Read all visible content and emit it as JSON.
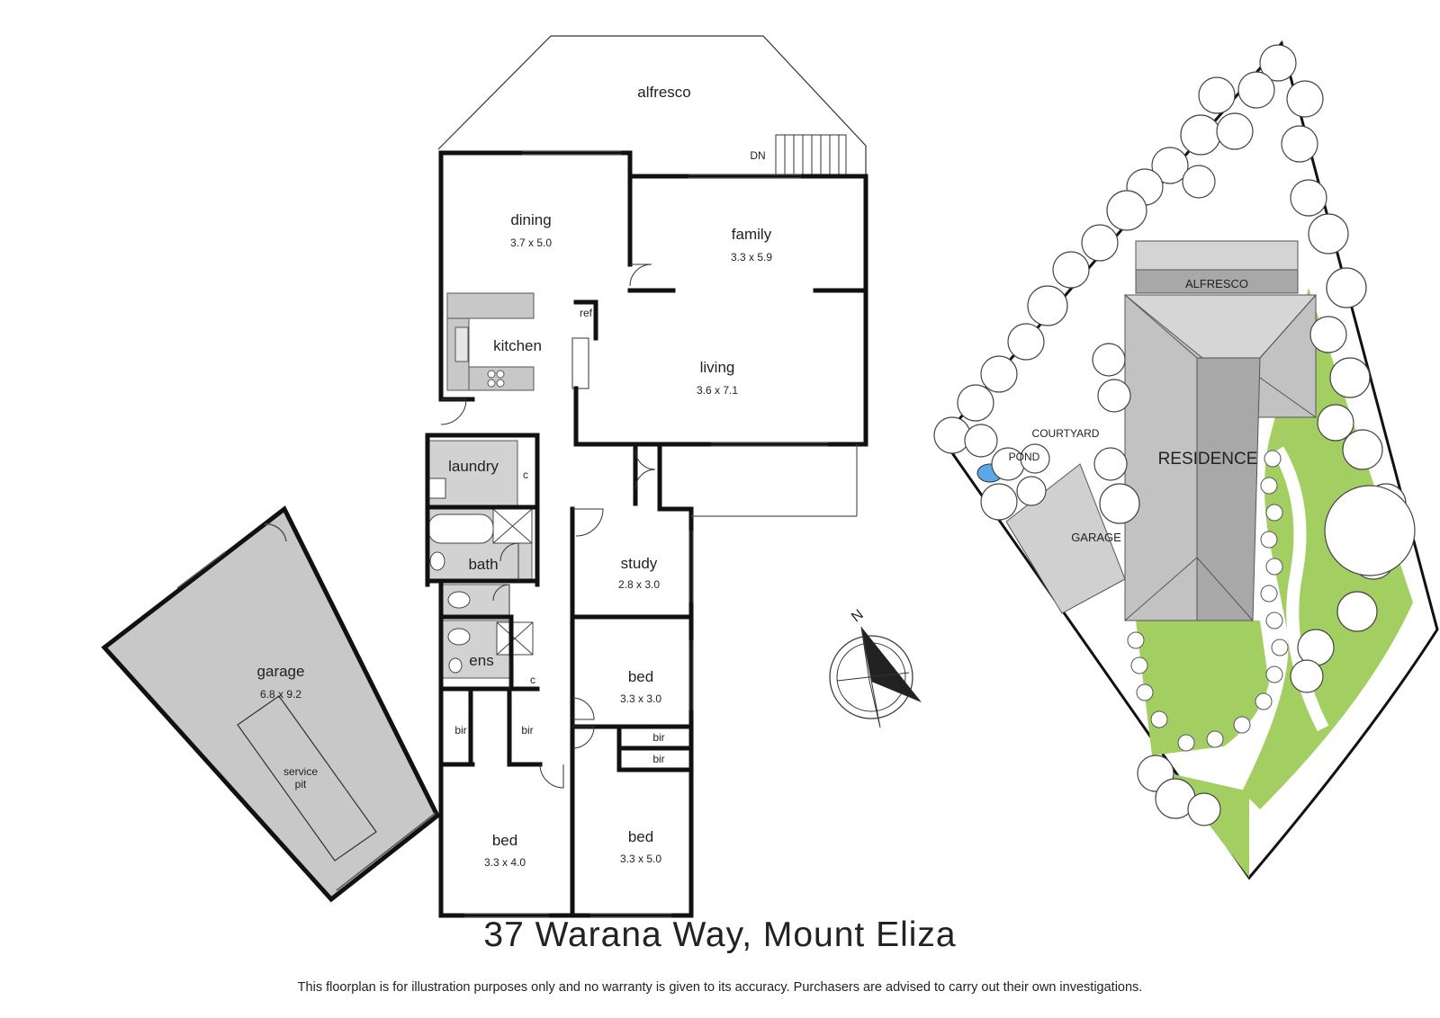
{
  "property": {
    "address": "37 Warana Way, Mount Eliza",
    "disclaimer": "This floorplan is for illustration purposes only and no warranty is given to its accuracy. Purchasers are advised to carry out their own investigations."
  },
  "floorplan": {
    "alfresco": "alfresco",
    "stairs": "DN",
    "rooms": {
      "dining": {
        "name": "dining",
        "size": "3.7 x 5.0"
      },
      "family": {
        "name": "family",
        "size": "3.3 x 5.9"
      },
      "kitchen": {
        "name": "kitchen"
      },
      "ref": {
        "name": "ref"
      },
      "living": {
        "name": "living",
        "size": "3.6 x 7.1"
      },
      "laundry": {
        "name": "laundry",
        "cupboard": "c"
      },
      "bath": {
        "name": "bath"
      },
      "ens": {
        "name": "ens",
        "cupboard": "c"
      },
      "study": {
        "name": "study",
        "size": "2.8 x 3.0"
      },
      "bed2": {
        "name": "bed",
        "size": "3.3 x 3.0"
      },
      "bed1": {
        "name": "bed",
        "size": "3.3 x 4.0"
      },
      "bed3": {
        "name": "bed",
        "size": "3.3 x 5.0"
      },
      "garage": {
        "name": "garage",
        "size": "6.8 x 9.2",
        "pit_line1": "service",
        "pit_line2": "pit"
      }
    },
    "bir": "bir",
    "compass": "N"
  },
  "siteplan": {
    "alfresco": "ALFRESCO",
    "residence": "RESIDENCE",
    "courtyard": "COURTYARD",
    "pond": "POND",
    "garage": "GARAGE"
  },
  "colors": {
    "wall": "#111111",
    "fill_grey": "#c8c8c8",
    "roof_light": "#c2c2c2",
    "roof_dark": "#a8a8a8",
    "lawn": "#a3cf62",
    "pond": "#5aa9e6"
  }
}
